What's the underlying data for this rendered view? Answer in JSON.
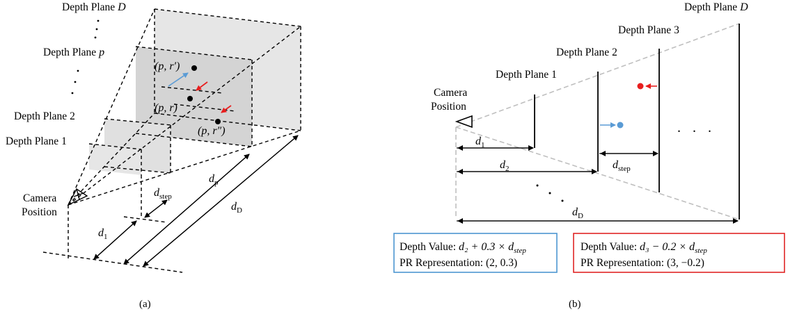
{
  "panel_a": {
    "caption": "(a)",
    "camera_label_line1": "Camera",
    "camera_label_line2": "Position",
    "plane_1": "Depth Plane 1",
    "plane_2": "Depth Plane 2",
    "plane_p_text": "Depth Plane ",
    "plane_p_var": "p",
    "plane_D_text": "Depth Plane ",
    "plane_D_var": "D",
    "point_r_prime": "(p, r′)",
    "point_r": "(p, r)",
    "point_r_dprime": "(p, r″)",
    "d1_base": "d",
    "d1_sub": "1",
    "dstep_base": "d",
    "dstep_sub": "step",
    "dp_base": "d",
    "dp_sub": "p",
    "dD_base": "d",
    "dD_sub": "D"
  },
  "panel_b": {
    "caption": "(b)",
    "camera_label_line1": "Camera",
    "camera_label_line2": "Position",
    "plane_1": "Depth Plane 1",
    "plane_2": "Depth Plane 2",
    "plane_3": "Depth Plane 3",
    "plane_D_text": "Depth Plane ",
    "plane_D_var": "D",
    "d1_base": "d",
    "d1_sub": "1",
    "d2_base": "d",
    "d2_sub": "2",
    "dstep_base": "d",
    "dstep_sub": "step",
    "dD_base": "d",
    "dD_sub": "D",
    "ellipsis": ". . .",
    "box_blue": {
      "line1_prefix": "Depth Value: ",
      "line1_math": "d₂ + 0.3 × d",
      "line1_sub": "step",
      "line2_prefix": "PR Representation: ",
      "line2_math": "(2, 0.3)",
      "color": "#4d96d1"
    },
    "box_red": {
      "line1_prefix": "Depth Value: ",
      "line1_math": "d₃ − 0.2 × d",
      "line1_sub": "step",
      "line2_prefix": "PR Representation: ",
      "line2_math": "(3, −0.2)",
      "color": "#e02424"
    },
    "blue_color": "#5a9bd5",
    "red_color": "#e81e1e",
    "guide_color": "#bfbfbf"
  }
}
